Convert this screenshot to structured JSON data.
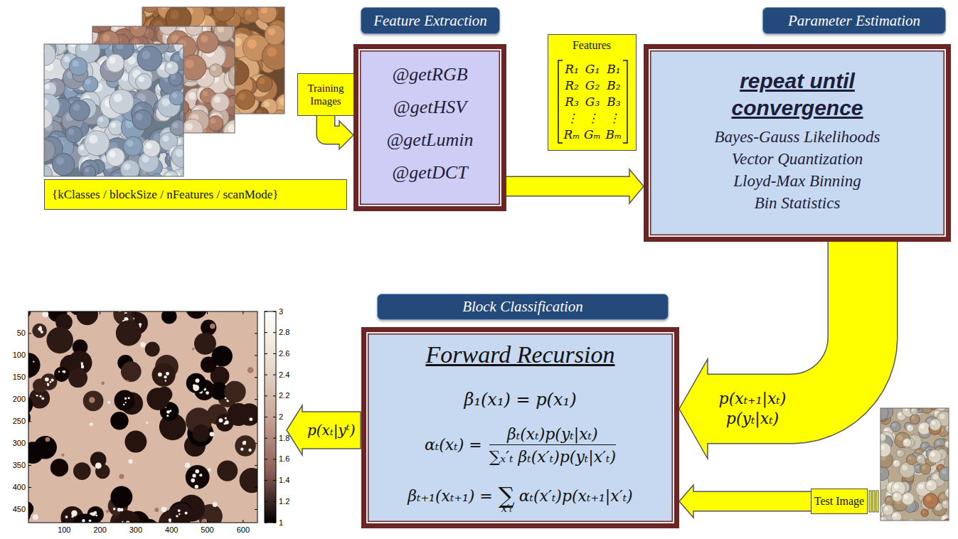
{
  "diagram": {
    "nodes": [
      {
        "text": [
          "Training Images"
        ]
      },
      {
        "text": [
          "{kClasses / blockSize / nFeatures / scanMode}"
        ]
      },
      {
        "text": [
          "Feature Extraction",
          "@getRGB",
          "@getHSV",
          "@getLumin",
          "@getDCT"
        ]
      },
      {
        "text": [
          "Features",
          "R₁",
          "G₁",
          "B₁",
          "R₂",
          "G₂",
          "B₂",
          "R₃",
          "G₃",
          "B₃",
          "⋮",
          "⋮",
          "⋮",
          "Rₘ",
          "Gₘ",
          "Bₘ"
        ]
      },
      {
        "text": [
          "Parameter Estimation",
          "repeat until convergence",
          "Bayes-Gauss Likelihoods",
          "Vector Quantization",
          "Lloyd-Max Binning",
          "Bin Statistics"
        ]
      },
      {
        "text": [
          "Block Classification",
          "Forward Recursion",
          "β₁(x₁) = p(x₁)",
          "αₜ(xₜ) =",
          "βₜ(xₜ)p(yₜ|xₜ)",
          "∑ₓ′ₜ βₜ(x′ₜ)p(yₜ|x′ₜ)",
          "βₜ₊₁(xₜ₊₁) =",
          "∑",
          "x′ₜ",
          "αₜ(x′ₜ)p(xₜ₊₁|x′ₜ)"
        ]
      },
      {
        "text": [
          "Test Image"
        ]
      },
      {
        "text": [
          "p(xₜ|yᵗ)"
        ]
      }
    ],
    "edges": [
      {
        "from": 0,
        "to": 2,
        "arrow": "to"
      },
      {
        "from": 2,
        "to": 4,
        "arrow": "to"
      },
      {
        "from": 4,
        "to": 5,
        "arrow": "to",
        "label": "p(xₜ₊₁|xₜ) p(yₜ|xₜ)"
      },
      {
        "from": 6,
        "to": 5,
        "arrow": "to"
      }
    ],
    "labels": [
      "50",
      "100",
      "150",
      "200",
      "250",
      "300",
      "350",
      "400",
      "450",
      "100",
      "200",
      "300",
      "400",
      "500",
      "600",
      "3",
      "2.8",
      "2.6",
      "2.4",
      "2.2",
      "2",
      "1.8",
      "1.6",
      "1.4",
      "1.2",
      "1"
    ]
  }
}
